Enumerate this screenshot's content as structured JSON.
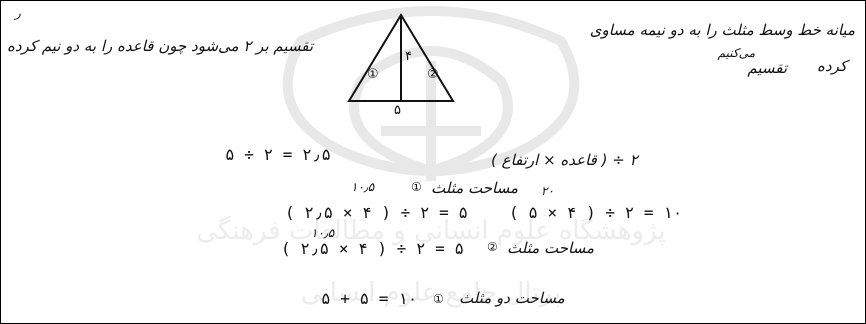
{
  "lines": {
    "median_intro": "میانه خط وسط مثلث را به دو نیمه مساوی",
    "divided_word": "تقسیم",
    "divided_marks": "کرده",
    "divided_marks_top": "می‌کنیم",
    "left_note": "تقسیم بر ۲ می‌شود چون قاعده را به دو نیم کرده",
    "left_note_top": "ر",
    "half_base": "۵ ÷ ۲ = ۲٫۵",
    "formula_note": "۲ ÷ ( قاعده × ارتفاع )",
    "area_label_1": "مساحت مثلث",
    "area_val_1": "۱۰٫۵",
    "area_label_2": "مساحت مثلث",
    "area_val_2": "۱۰٫۵",
    "calc_total": "۲۰",
    "calc_whole": "( ۵ × ۴ ) ÷ ۲ = ۱۰",
    "calc_half_1": "( ۲٫۵ × ۴ ) ÷ ۲ = ۵",
    "calc_half_2": "( ۲٫۵ × ۴ ) ÷ ۲ = ۵",
    "sum_label": "مساحت دو مثلث",
    "sum_calc": "۵ + ۵ = ۱۰",
    "circle_mark": "①",
    "circle_mark_2": "②"
  },
  "triangle": {
    "height_label": "۴",
    "base_label": "۵",
    "left_part": "①",
    "right_part": "②"
  },
  "watermark": {
    "text_1": "پژوهشگاه علوم انسانی و مطالعات فرهنگی",
    "text_2": "پرتال جامع علوم انسانی"
  }
}
